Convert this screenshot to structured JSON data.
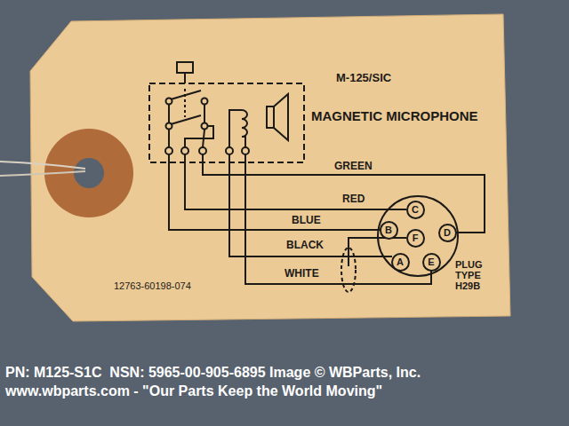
{
  "diagram": {
    "title": "MAGNETIC MICROPHONE",
    "nodes": [
      {
        "text": [
          "PLUG TYPE H29B"
        ]
      },
      {
        "text": [
          "C"
        ],
        "in": 0
      },
      {
        "text": [
          "B"
        ],
        "in": 0
      },
      {
        "text": [
          "F"
        ],
        "in": 0
      },
      {
        "text": [
          "D"
        ],
        "in": 0
      },
      {
        "text": [
          "A"
        ],
        "in": 0
      },
      {
        "text": [
          "E"
        ],
        "in": 0
      }
    ],
    "labels": [
      "M-125/SIC",
      "GREEN",
      "RED",
      "BLUE",
      "BLACK",
      "WHITE",
      "12763-60198-074",
      "PN: M125-S1C  NSN: 5965-00-905-6895 Image © WBParts, Inc.",
      "www.wbparts.com - \"Our Parts Keep the World Moving\""
    ]
  }
}
